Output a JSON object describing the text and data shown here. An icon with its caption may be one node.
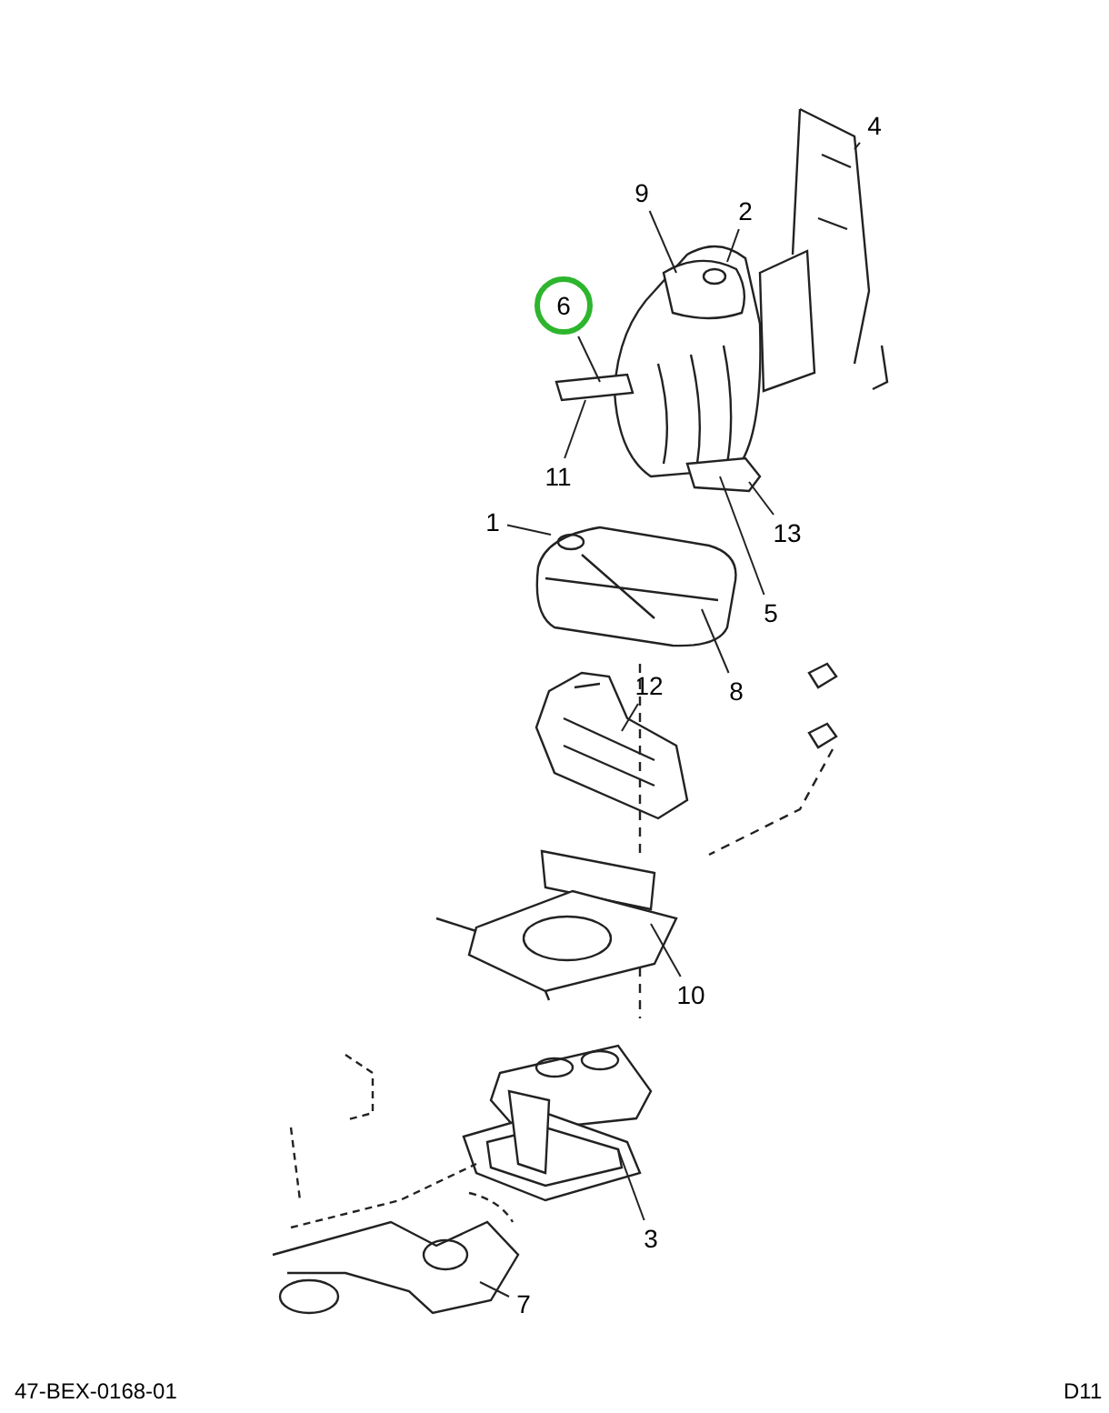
{
  "diagram": {
    "nodes": [
      {
        "text": [
          "4"
        ]
      },
      {
        "text": [
          "9"
        ]
      },
      {
        "text": [
          "2"
        ]
      },
      {
        "text": [
          "6"
        ]
      },
      {
        "text": [
          "11"
        ]
      },
      {
        "text": [
          "13"
        ]
      },
      {
        "text": [
          "1"
        ]
      },
      {
        "text": [
          "5"
        ]
      },
      {
        "text": [
          "8"
        ]
      },
      {
        "text": [
          "12"
        ]
      },
      {
        "text": [
          "10"
        ]
      },
      {
        "text": [
          "3"
        ]
      },
      {
        "text": [
          "7"
        ]
      }
    ],
    "edges": [
      {
        "from": 0,
        "to": null,
        "arrow": "none"
      },
      {
        "from": 1,
        "to": null,
        "arrow": "none"
      },
      {
        "from": 2,
        "to": null,
        "arrow": "none"
      },
      {
        "from": 3,
        "to": null,
        "arrow": "none"
      },
      {
        "from": 4,
        "to": null,
        "arrow": "none"
      },
      {
        "from": 5,
        "to": null,
        "arrow": "none"
      },
      {
        "from": 6,
        "to": null,
        "arrow": "none"
      },
      {
        "from": 7,
        "to": null,
        "arrow": "none"
      },
      {
        "from": 8,
        "to": null,
        "arrow": "none"
      },
      {
        "from": 9,
        "to": null,
        "arrow": "none"
      },
      {
        "from": 10,
        "to": null,
        "arrow": "none"
      },
      {
        "from": 11,
        "to": null,
        "arrow": "none"
      },
      {
        "from": 12,
        "to": null,
        "arrow": "none"
      }
    ],
    "labels": [
      "47-BEX-0168-01",
      "D11"
    ]
  }
}
